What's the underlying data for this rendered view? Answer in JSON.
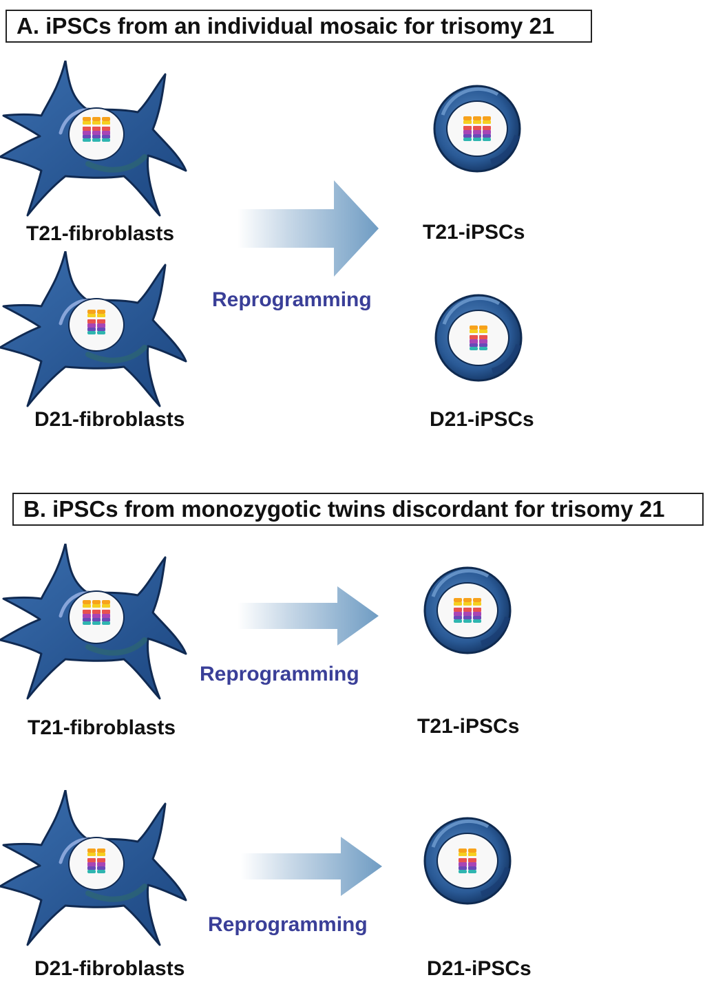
{
  "panel_a": {
    "title": "A. iPSCs from an individual mosaic for trisomy 21",
    "label_t21_fibroblasts": "T21-fibroblasts",
    "label_d21_fibroblasts": "D21-fibroblasts",
    "label_t21_ipscs": "T21-iPSCs",
    "label_d21_ipscs": "D21-iPSCs",
    "arrow_label": "Reprogramming"
  },
  "panel_b": {
    "title": "B. iPSCs from monozygotic twins discordant for trisomy 21",
    "label_t21_fibroblasts": "T21-fibroblasts",
    "label_d21_fibroblasts": "D21-fibroblasts",
    "label_t21_ipscs": "T21-iPSCs",
    "label_d21_ipscs": "D21-iPSCs",
    "arrow_label_1": "Reprogramming",
    "arrow_label_2": "Reprogramming"
  },
  "colors": {
    "cell_body": "#2a5a96",
    "cell_outline": "#102a52",
    "arrow": "#6f9cc3",
    "reprogramming_text": "#3a3f98"
  }
}
